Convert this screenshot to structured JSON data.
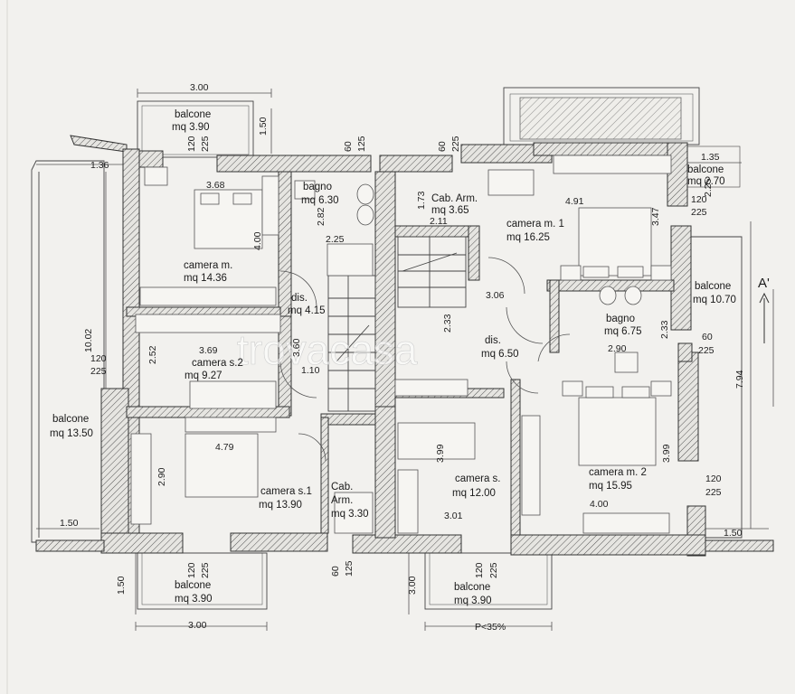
{
  "watermark": "trovacasa",
  "section_marker": "A'",
  "rooms": [
    {
      "id": "balcone-nw",
      "name": "balcone",
      "area": "mq 3.90"
    },
    {
      "id": "bagno-n",
      "name": "bagno",
      "area": "mq 6.30"
    },
    {
      "id": "camera-m-w",
      "name": "camera m.",
      "area": "mq 14.36"
    },
    {
      "id": "dis-w",
      "name": "dis.",
      "area": "mq 4.15"
    },
    {
      "id": "camera-s2",
      "name": "camera s.2",
      "area": "mq 9.27"
    },
    {
      "id": "cab-arm-n",
      "name": "Cab. Arm.",
      "area": "mq 3.65"
    },
    {
      "id": "camera-m1",
      "name": "camera m. 1",
      "area": "mq 16.25"
    },
    {
      "id": "balcone-ne",
      "name": "balcone",
      "area": "mq 2.70"
    },
    {
      "id": "balcone-e",
      "name": "balcone",
      "area": "mq 10.70"
    },
    {
      "id": "bagno-e",
      "name": "bagno",
      "area": "mq 6.75"
    },
    {
      "id": "dis-e",
      "name": "dis.",
      "area": "mq 6.50"
    },
    {
      "id": "balcone-w",
      "name": "balcone",
      "area": "mq 13.50"
    },
    {
      "id": "camera-s1",
      "name": "camera s.1",
      "area": "mq 13.90"
    },
    {
      "id": "cab-arm-s-name",
      "name": "Cab.",
      "area": "Arm."
    },
    {
      "id": "cab-arm-s-area",
      "name": "",
      "area": "mq 3.30"
    },
    {
      "id": "camera-s",
      "name": "camera s.",
      "area": "mq 12.00"
    },
    {
      "id": "camera-m2",
      "name": "camera m. 2",
      "area": "mq 15.95"
    },
    {
      "id": "balcone-sw",
      "name": "balcone",
      "area": "mq 3.90"
    },
    {
      "id": "balcone-se",
      "name": "balcone",
      "area": "mq 3.90"
    }
  ],
  "dimensions": [
    {
      "id": "d-3-00-top",
      "text": "3.00"
    },
    {
      "id": "d-1-50-top",
      "text": "1.50"
    },
    {
      "id": "d-120-a",
      "text": "120"
    },
    {
      "id": "d-225-a",
      "text": "225"
    },
    {
      "id": "d-60-a",
      "text": "60"
    },
    {
      "id": "d-125-a",
      "text": "125"
    },
    {
      "id": "d-60-b",
      "text": "60"
    },
    {
      "id": "d-225-b",
      "text": "225"
    },
    {
      "id": "d-1-36",
      "text": "1.36"
    },
    {
      "id": "d-3-68",
      "text": "3.68"
    },
    {
      "id": "d-2-82",
      "text": "2.82"
    },
    {
      "id": "d-1-73",
      "text": "1.73"
    },
    {
      "id": "d-2-11",
      "text": "2.11"
    },
    {
      "id": "d-4-91",
      "text": "4.91"
    },
    {
      "id": "d-1-35",
      "text": "1.35"
    },
    {
      "id": "d-2-25-r",
      "text": "2.25"
    },
    {
      "id": "d-120-r",
      "text": "120"
    },
    {
      "id": "d-225-r",
      "text": "225"
    },
    {
      "id": "d-3-47",
      "text": "3.47"
    },
    {
      "id": "d-4-00-v",
      "text": "4.00"
    },
    {
      "id": "d-2-25",
      "text": "2.25"
    },
    {
      "id": "d-3-06",
      "text": "3.06"
    },
    {
      "id": "d-2-33-a",
      "text": "2.33"
    },
    {
      "id": "d-2-33-b",
      "text": "2.33"
    },
    {
      "id": "d-60-c",
      "text": "60"
    },
    {
      "id": "d-225-c",
      "text": "225"
    },
    {
      "id": "d-2-90-a",
      "text": "2.90"
    },
    {
      "id": "d-10-02",
      "text": "10.02"
    },
    {
      "id": "d-120-l",
      "text": "120"
    },
    {
      "id": "d-225-l",
      "text": "225"
    },
    {
      "id": "d-3-69",
      "text": "3.69"
    },
    {
      "id": "d-2-52",
      "text": "2.52"
    },
    {
      "id": "d-3-60",
      "text": "3.60"
    },
    {
      "id": "d-1-10",
      "text": "1.10"
    },
    {
      "id": "d-7-94",
      "text": "7.94"
    },
    {
      "id": "d-4-79",
      "text": "4.79"
    },
    {
      "id": "d-2-90-b",
      "text": "2.90"
    },
    {
      "id": "d-3-99-a",
      "text": "3.99"
    },
    {
      "id": "d-3-99-b",
      "text": "3.99"
    },
    {
      "id": "d-120-se",
      "text": "120"
    },
    {
      "id": "d-225-se",
      "text": "225"
    },
    {
      "id": "d-4-00-h",
      "text": "4.00"
    },
    {
      "id": "d-3-01",
      "text": "3.01"
    },
    {
      "id": "d-1-50-l",
      "text": "1.50"
    },
    {
      "id": "d-1-50-r",
      "text": "1.50"
    },
    {
      "id": "d-1-50-bl",
      "text": "1.50"
    },
    {
      "id": "d-120-b1",
      "text": "120"
    },
    {
      "id": "d-225-b1",
      "text": "225"
    },
    {
      "id": "d-60-d",
      "text": "60"
    },
    {
      "id": "d-125-d",
      "text": "125"
    },
    {
      "id": "d-120-b2",
      "text": "120"
    },
    {
      "id": "d-225-b2",
      "text": "225"
    },
    {
      "id": "d-3-00-bl",
      "text": "3.00"
    },
    {
      "id": "d-3-00-br",
      "text": "3.00"
    },
    {
      "id": "d-p35",
      "text": "P<35%"
    }
  ]
}
